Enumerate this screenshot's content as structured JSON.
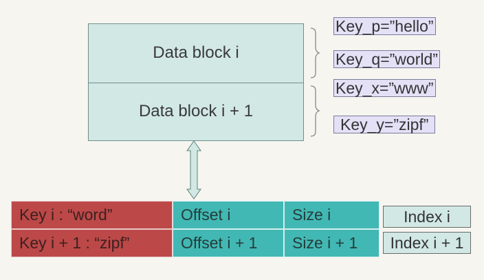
{
  "data_blocks": [
    {
      "label": "Data block i"
    },
    {
      "label": "Data block i + 1"
    }
  ],
  "keys": [
    {
      "text": "Key_p=”hello”"
    },
    {
      "text": "Key_q=”world”"
    },
    {
      "text": "Key_x=”www”"
    },
    {
      "text": "Key_y=”zipf”"
    }
  ],
  "index_table": {
    "rows": [
      {
        "key": "Key i : “word”",
        "offset": "Offset i",
        "size": "Size i"
      },
      {
        "key": "Key i + 1 : “zipf”",
        "offset": "Offset i +  1",
        "size": "Size i + 1"
      }
    ]
  },
  "index_labels": [
    "Index i",
    "Index i + 1"
  ],
  "colors": {
    "data_block_fill": "#d1e8e4",
    "key_fill": "#e4e1f7",
    "key_cell_fill": "#bc4848",
    "offset_size_fill": "#42b8b4",
    "arrow_fill": "#d1e8e4"
  }
}
